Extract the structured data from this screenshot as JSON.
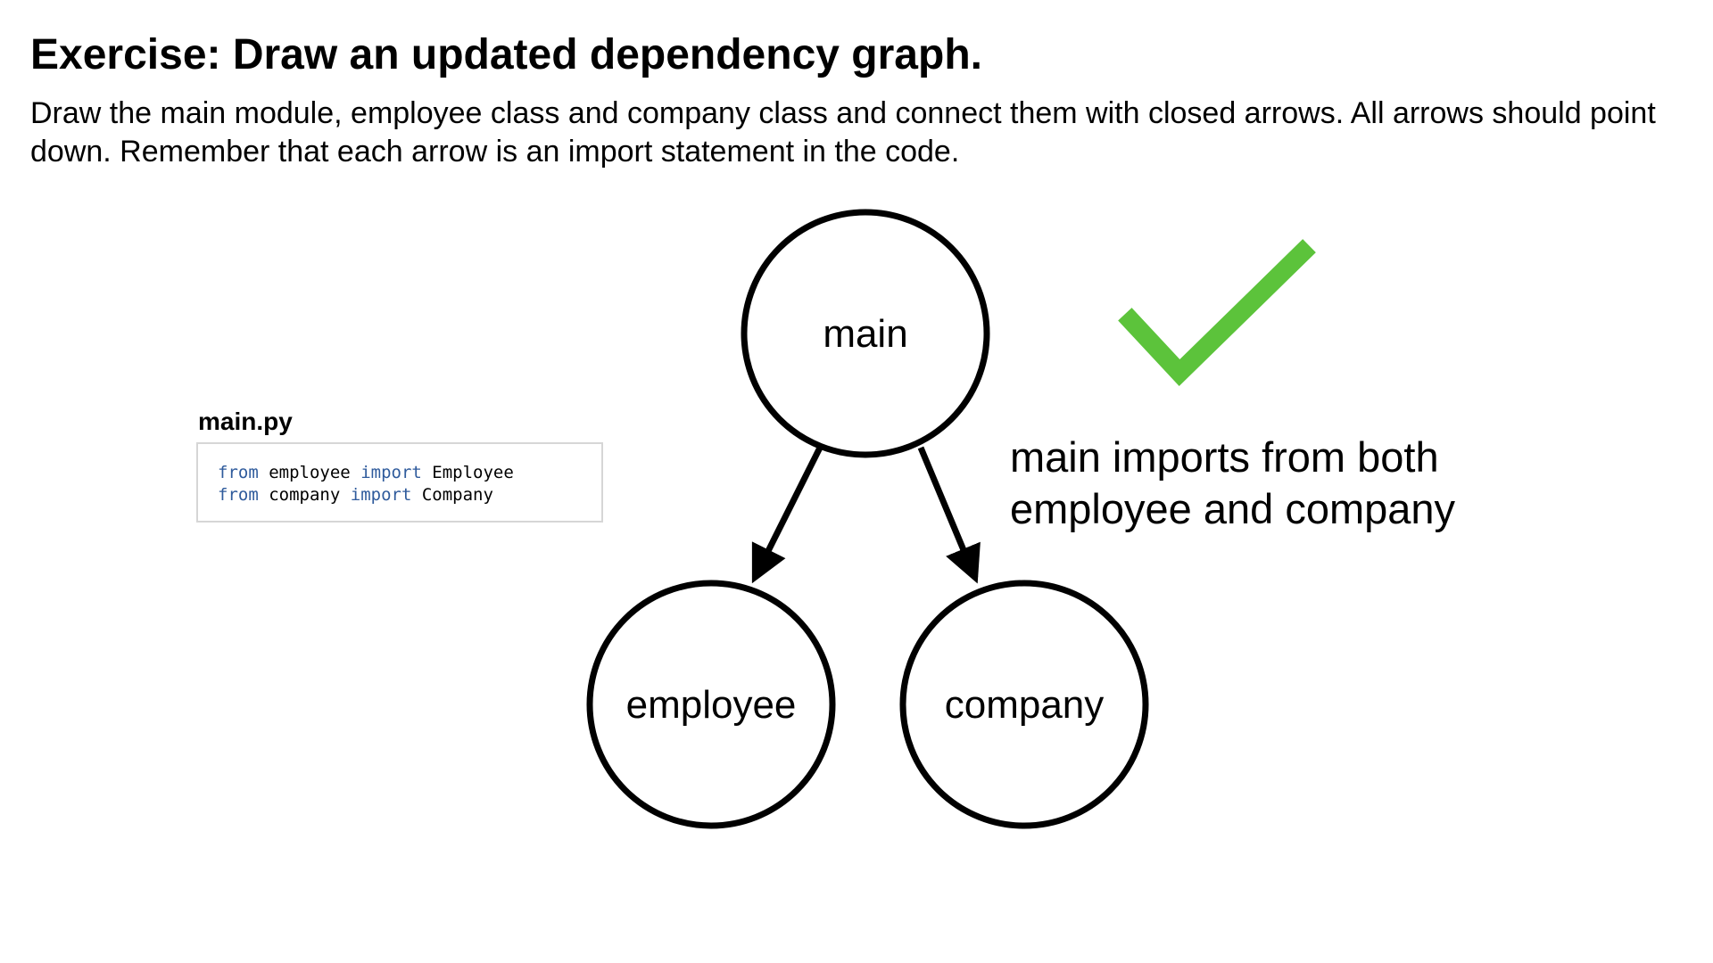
{
  "slide": {
    "title": "Exercise: Draw an updated dependency graph.",
    "instructions": "Draw the main module, employee class and company class and connect them with closed arrows. All arrows should point down. Remember that each arrow is an import statement in the code."
  },
  "code_snippet": {
    "filename": "main.py",
    "lines": [
      {
        "kw1": "from",
        "module": "employee",
        "kw2": "import",
        "name": "Employee"
      },
      {
        "kw1": "from",
        "module": "company",
        "kw2": "import",
        "name": "Company"
      }
    ]
  },
  "diagram": {
    "nodes": [
      {
        "id": "main",
        "label": "main"
      },
      {
        "id": "employee",
        "label": "employee"
      },
      {
        "id": "company",
        "label": "company"
      }
    ],
    "edges": [
      {
        "from": "main",
        "to": "employee",
        "arrow": "closed"
      },
      {
        "from": "main",
        "to": "company",
        "arrow": "closed"
      }
    ],
    "check_icon": "checkmark-icon",
    "check_color": "#5cc33b",
    "annotation_lines": [
      "main imports from both",
      "employee and company"
    ]
  },
  "colors": {
    "stroke": "#000000",
    "keyword": "#2f5b9c",
    "code_border": "#d6d6d6"
  }
}
